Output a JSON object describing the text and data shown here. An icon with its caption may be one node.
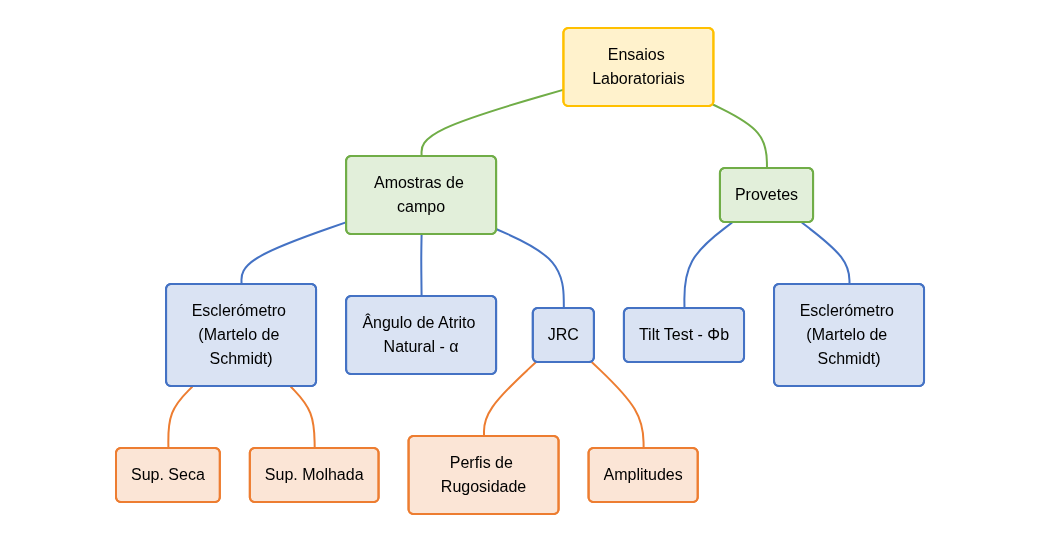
{
  "diagram": {
    "nodes": [
      {
        "text": [
          "Ensaios Laboratoriais"
        ]
      },
      {
        "text": [
          "Amostras de campo"
        ]
      },
      {
        "text": [
          "Provetes"
        ]
      },
      {
        "text": [
          "Esclerómetro (Martelo de Schmidt)"
        ]
      },
      {
        "text": [
          "Ângulo de Atrito Natural - α"
        ]
      },
      {
        "text": [
          "JRC"
        ]
      },
      {
        "text": [
          "Tilt Test - Φb"
        ]
      },
      {
        "text": [
          "Esclerómetro (Martelo de Schmidt)"
        ]
      },
      {
        "text": [
          "Sup. Seca"
        ]
      },
      {
        "text": [
          "Sup. Molhada"
        ]
      },
      {
        "text": [
          "Perfis de Rugosidade"
        ]
      },
      {
        "text": [
          "Amplitudes"
        ]
      }
    ],
    "edges": [
      {
        "from": 0,
        "to": 1,
        "arrow": "none",
        "color": "#70ad47"
      },
      {
        "from": 0,
        "to": 2,
        "arrow": "none",
        "color": "#70ad47"
      },
      {
        "from": 1,
        "to": 3,
        "arrow": "none"
      },
      {
        "from": 1,
        "to": 4,
        "arrow": "none"
      },
      {
        "from": 1,
        "to": 5,
        "arrow": "none"
      },
      {
        "from": 2,
        "to": 6,
        "arrow": "none"
      },
      {
        "from": 2,
        "to": 7,
        "arrow": "none"
      },
      {
        "from": 3,
        "to": 8,
        "arrow": "none",
        "color": "#ed7d31"
      },
      {
        "from": 3,
        "to": 9,
        "arrow": "none",
        "color": "#ed7d31"
      },
      {
        "from": 5,
        "to": 10,
        "arrow": "none",
        "color": "#ed7d31"
      },
      {
        "from": 5,
        "to": 11,
        "arrow": "none",
        "color": "#ed7d31"
      }
    ]
  }
}
